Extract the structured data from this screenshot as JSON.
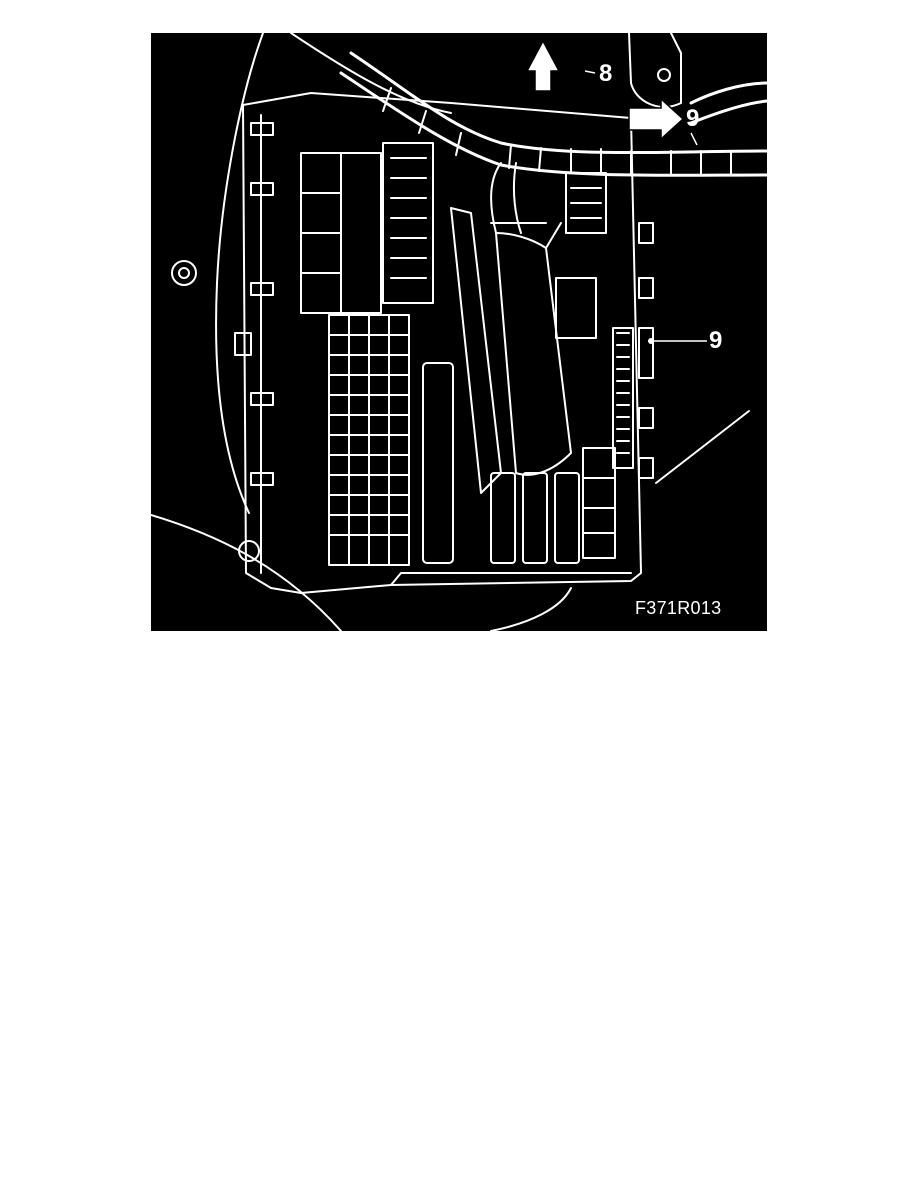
{
  "figure": {
    "figure_id": "F371R013",
    "callouts": {
      "top_arrow": "8",
      "right_arrow": "9",
      "side_pointer": "9"
    }
  },
  "colors": {
    "background": "#000000",
    "linework": "#ffffff",
    "page": "#ffffff"
  }
}
